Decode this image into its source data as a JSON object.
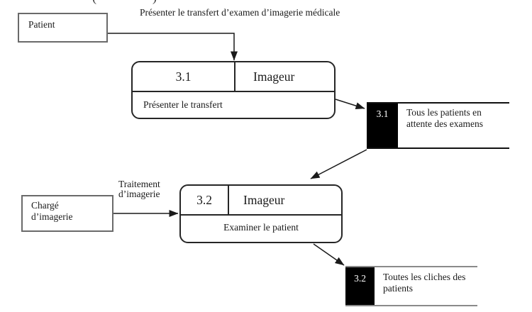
{
  "meta": {
    "clipped_open": "(",
    "clipped_close": ")"
  },
  "title": "Présenter le transfert d’examen d’imagerie médicale",
  "entities": {
    "patient": "Patient",
    "charge": "Chargé d’imagerie"
  },
  "flow_labels": {
    "traitement": "Traitement d’imagerie"
  },
  "processes": [
    {
      "id": "3.1",
      "actor": "Imageur",
      "action": "Présenter le transfert"
    },
    {
      "id": "3.2",
      "actor": "Imageur",
      "action": "Examiner le patient"
    }
  ],
  "stores": [
    {
      "id": "3.1",
      "label": "Tous les patients en attente des examens"
    },
    {
      "id": "3.2",
      "label": "Toutes les cliches des patients"
    }
  ],
  "colors": {
    "ink": "#1a1a1a",
    "process_border": "#262626",
    "entity_border": "#6a6a6a",
    "store1_line": "#111111",
    "store2_line": "#8a8a8a",
    "store_id_bg": "#000000",
    "store_id_text": "#ffffff"
  }
}
